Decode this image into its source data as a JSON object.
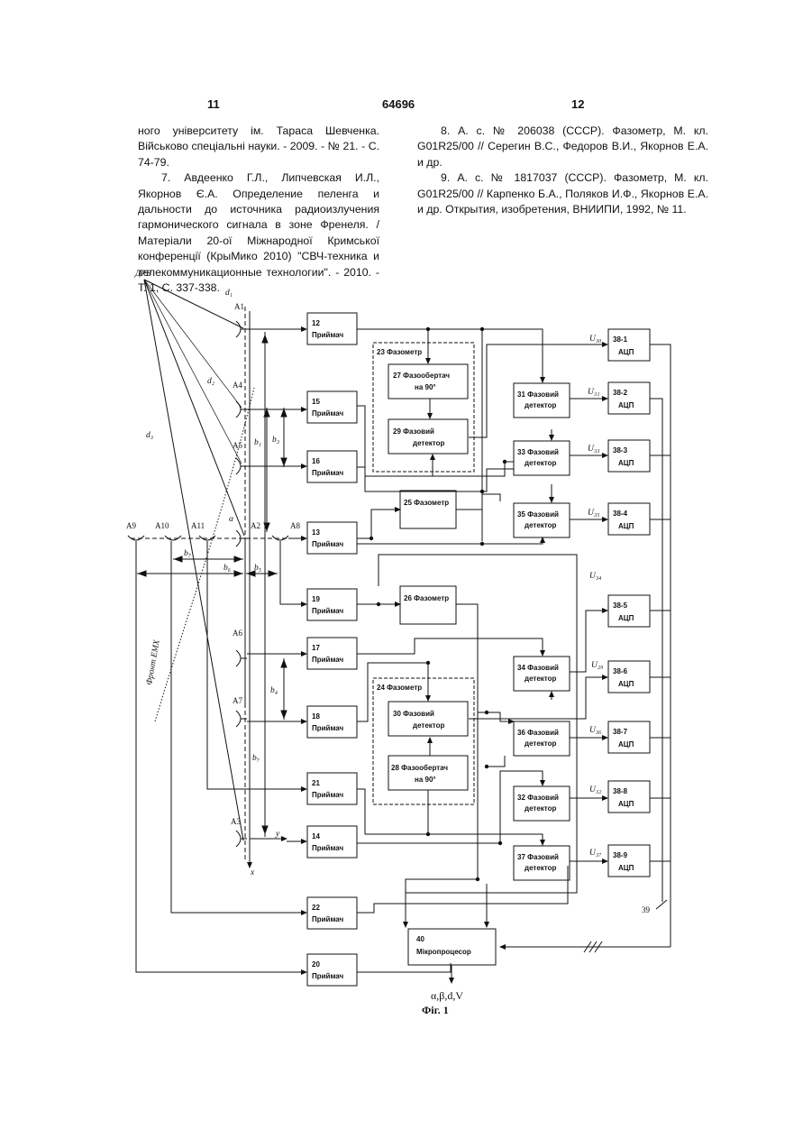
{
  "header": {
    "left_page": "11",
    "patent_no": "64696",
    "right_page": "12"
  },
  "left_column": [
    "ного університету ім. Тараса Шевченка. Військово спеціальні науки. - 2009. - № 21. - С. 74-79.",
    "7. Авдеенко Г.Л., Липчевская И.Л., Якорнов Є.А. Определение пеленга и дальности до источника радиоизлучения гармонического сигнала в зоне Френеля. / Матеріали 20-ої Міжнародної Кримської конференції (КрыМико 2010) \"СВЧ-техника и телекоммуникационные технологии\". - 2010. - Т. 1, С. 337-338."
  ],
  "right_column": [
    "8. А. с. № 206038 (СССР). Фазометр, М. кл. G01R25/00 // Серегин В.С., Федоров В.И., Якорнов Е.А. и др.",
    "9. А. с. № 1817037 (СССР). Фазометр, М. кл. G01R25/00 // Карпенко Б.А., Поляков И.Ф., Якорнов Е.А. и др. Открытия, изобретения, ВНИИПИ, 1992, № 11."
  ],
  "figure": {
    "caption": "Фіг. 1",
    "output_label": "α,β,d,V",
    "source_label": "ДРВ",
    "front_label": "Фронт ЕМХ",
    "bus_label": "39",
    "axis_x": "x",
    "axis_y": "y",
    "distances": {
      "d1": "d₁",
      "d2": "d₂",
      "d3": "d₃"
    },
    "bases": {
      "b1": "b₁",
      "b2": "b₂",
      "b3": "b₃",
      "b4": "b₄",
      "b5": "b₅",
      "b6": "b₆",
      "b7": "b₇"
    },
    "angle": "α",
    "antennas": {
      "A1": "A1",
      "A2": "A2",
      "A3": "A3",
      "A4": "A4",
      "A5": "A5",
      "A6": "A6",
      "A7": "A7",
      "A8": "A8",
      "A9": "A9",
      "A10": "A10",
      "A11": "A11"
    },
    "receivers": {
      "r12": {
        "num": "12",
        "name": "Приймач"
      },
      "r15": {
        "num": "15",
        "name": "Приймач"
      },
      "r16": {
        "num": "16",
        "name": "Приймач"
      },
      "r13": {
        "num": "13",
        "name": "Приймач"
      },
      "r19": {
        "num": "19",
        "name": "Приймач"
      },
      "r17": {
        "num": "17",
        "name": "Приймач"
      },
      "r18": {
        "num": "18",
        "name": "Приймач"
      },
      "r21": {
        "num": "21",
        "name": "Приймач"
      },
      "r14": {
        "num": "14",
        "name": "Приймач"
      },
      "r22": {
        "num": "22",
        "name": "Приймач"
      },
      "r20": {
        "num": "20",
        "name": "Приймач"
      }
    },
    "phasemeter23": "23 Фазометр",
    "phasemeter24": "24 Фазометр",
    "pm25": "25 Фазометр",
    "pm26": "26 Фазометр",
    "ps27": [
      "27 Фазообертач",
      "на 90°"
    ],
    "pd29": [
      "29 Фазовий",
      "детектор"
    ],
    "pd30": [
      "30 Фазовий",
      "детектор"
    ],
    "ps28": [
      "28 Фазообертач",
      "на 90°"
    ],
    "detectors": {
      "d31": [
        "31 Фазовий",
        "детектор"
      ],
      "d33": [
        "33 Фазовий",
        "детектор"
      ],
      "d35": [
        "35 Фазовий",
        "детектор"
      ],
      "d34": [
        "34 Фазовий",
        "детектор"
      ],
      "d36": [
        "36 Фазовий",
        "детектор"
      ],
      "d32": [
        "32 Фазовий",
        "детектор"
      ],
      "d37": [
        "37 Фазовий",
        "детектор"
      ]
    },
    "adc": {
      "a1": {
        "num": "38-1",
        "name": "АЦП",
        "u": "U₃₀"
      },
      "a2": {
        "num": "38-2",
        "name": "АЦП",
        "u": "U₃₁"
      },
      "a3": {
        "num": "38-3",
        "name": "АЦП",
        "u": "U₃₃"
      },
      "a4": {
        "num": "38-4",
        "name": "АЦП",
        "u": "U₃₅"
      },
      "a5": {
        "num": "38-5",
        "name": "АЦП",
        "u": "U₃₄"
      },
      "a6": {
        "num": "38-6",
        "name": "АЦП",
        "u": "U₂₉"
      },
      "a7": {
        "num": "38-7",
        "name": "АЦП",
        "u": "U₃₆"
      },
      "a8": {
        "num": "38-8",
        "name": "АЦП",
        "u": "U₃₂"
      },
      "a9": {
        "num": "38-9",
        "name": "АЦП",
        "u": "U₃₇"
      }
    },
    "cpu": {
      "num": "40",
      "name": "Мікропроцесор"
    }
  }
}
